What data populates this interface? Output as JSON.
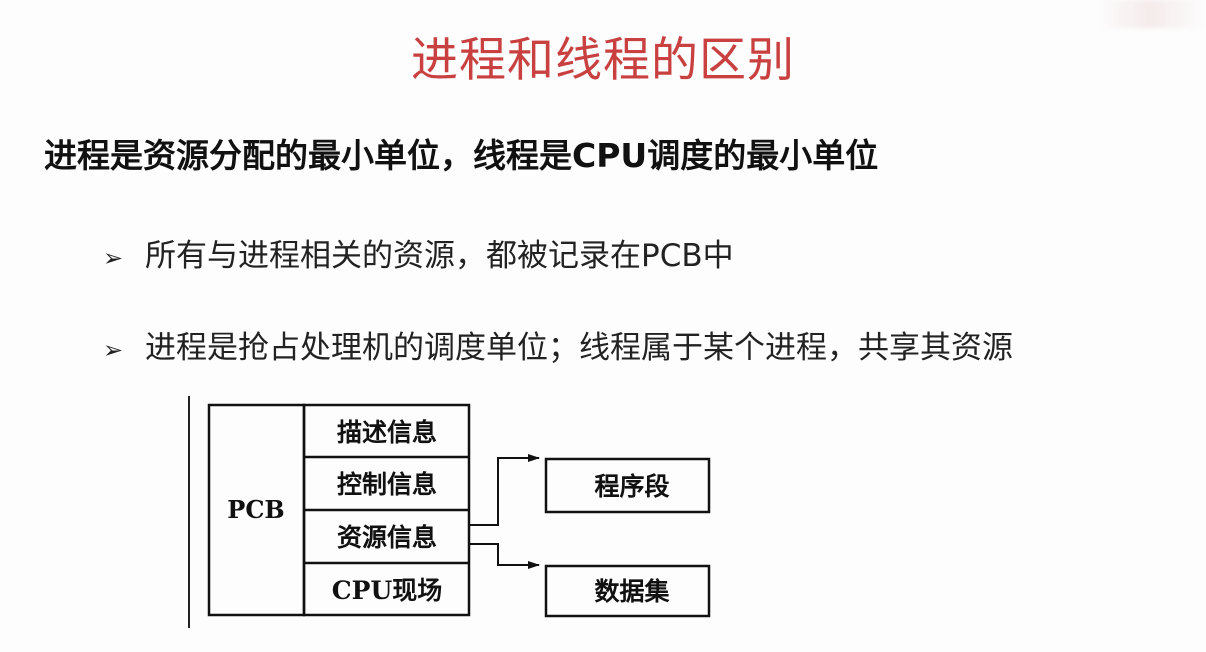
{
  "title": "进程和线程的区别",
  "subtitle": "进程是资源分配的最小单位，线程是CPU调度的最小单位",
  "bullets": [
    {
      "marker": "➢",
      "text": "所有与进程相关的资源，都被记录在PCB中"
    },
    {
      "marker": "➢",
      "text": "进程是抢占处理机的调度单位；线程属于某个进程，共享其资源"
    }
  ],
  "diagram": {
    "pcb_label": "PCB",
    "fields": [
      "描述信息",
      "控制信息",
      "资源信息",
      "CPU现场"
    ],
    "targets": [
      "程序段",
      "数据集"
    ]
  }
}
